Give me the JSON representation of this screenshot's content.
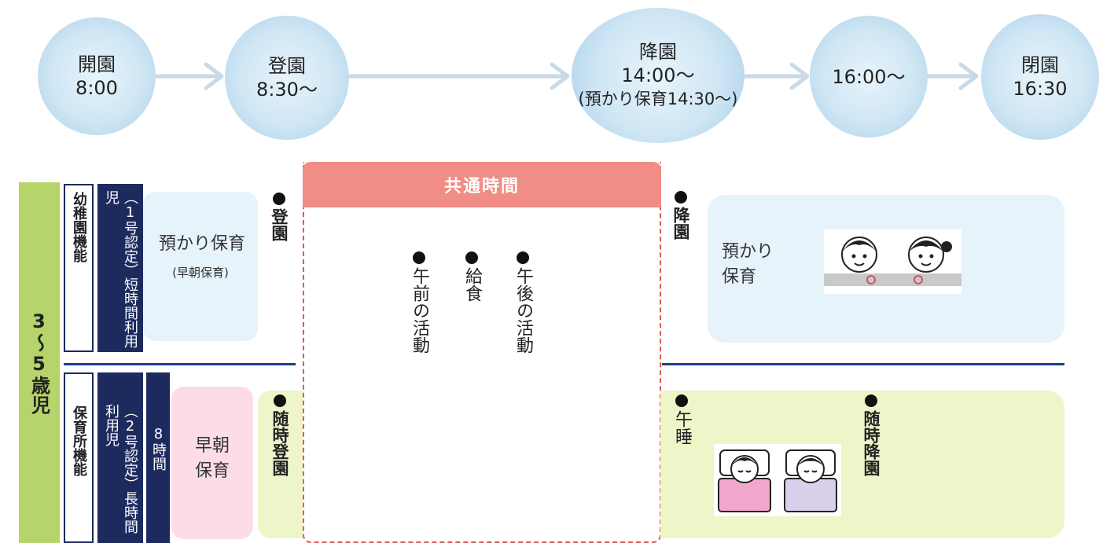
{
  "timeline": {
    "bubbles": [
      {
        "line1": "開園",
        "line2": "8:00",
        "line3": ""
      },
      {
        "line1": "登園",
        "line2": "8:30〜",
        "line3": ""
      },
      {
        "line1": "降園",
        "line2": "14:00〜",
        "line3": "(預かり保育14:30〜)"
      },
      {
        "line1": "16:00〜",
        "line2": "",
        "line3": ""
      },
      {
        "line1": "閉園",
        "line2": "16:30",
        "line3": ""
      }
    ]
  },
  "age_group": "3〜5歳児",
  "kindergarten": {
    "function_label": "幼稚園機能",
    "category": "（1号認定）短時間利用児",
    "morning_care": "預かり保育",
    "morning_care_note": "(早朝保育)",
    "arrival": "登園",
    "departure": "降園",
    "afternoon_care_line1": "預かり",
    "afternoon_care_line2": "保育"
  },
  "nursery": {
    "function_label": "保育所機能",
    "category": "（2号認定）長時間利用児",
    "hours": "8時間",
    "morning_care_line1": "早朝",
    "morning_care_line2": "保育",
    "arrival": "随時登園",
    "nap": "午睡",
    "departure": "随時降園"
  },
  "common": {
    "title": "共通時間",
    "activities": [
      "午前の活動",
      "給食",
      "午後の活動"
    ]
  },
  "colors": {
    "bubble": "#cfe6f4",
    "age_bar": "#b5d46a",
    "navy": "#1c2a5e",
    "light_blue_panel": "#e7f3fb",
    "pink_panel": "#fbdce8",
    "green_panel": "#eef5c9",
    "common_header": "#ef8d86",
    "common_border": "#e05a50",
    "divider": "#1c3f8a"
  }
}
